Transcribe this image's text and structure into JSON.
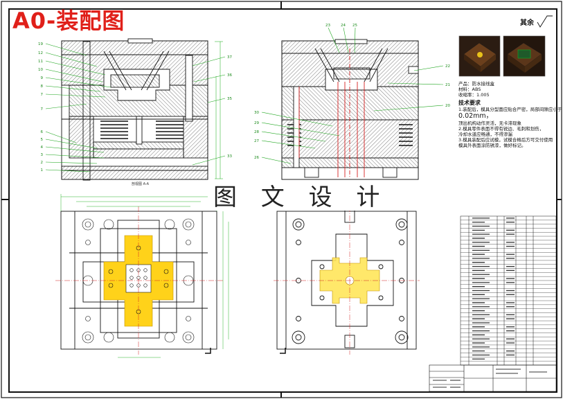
{
  "stamp": {
    "text": "A0-装配图",
    "color": "#e0201a"
  },
  "watermark": {
    "text": "图 文 设 计"
  },
  "roughness": {
    "text": "其余"
  },
  "section_label": "剖视图 A-A",
  "tech": {
    "product_line": "产品：防水接线盒",
    "material_line": "材料：ABS",
    "shrink_line": "收缩率：1.005",
    "heading": "技术要求",
    "req1a": "1.装配后，模具分型面应贴合严密，局部间隙应小于",
    "req1b": "0.02mm，",
    "req1c": "顶出机构动作灵活，无卡滞现象",
    "req2": "2.模具零件表面不得有锐边、毛刺和划伤，",
    "req2b": "冷却水道应畅通，不得渗漏",
    "req3": "3.模具装配后应试模，试模合格后方可交付使用",
    "req3b": "模具外表面涂防锈漆，做好标记。"
  },
  "colors": {
    "line": "#111111",
    "hatch": "#555555",
    "highlight": "#ffd21a",
    "center": "#d42020",
    "leader": "#1aa41a",
    "dim": "#11aa11"
  }
}
